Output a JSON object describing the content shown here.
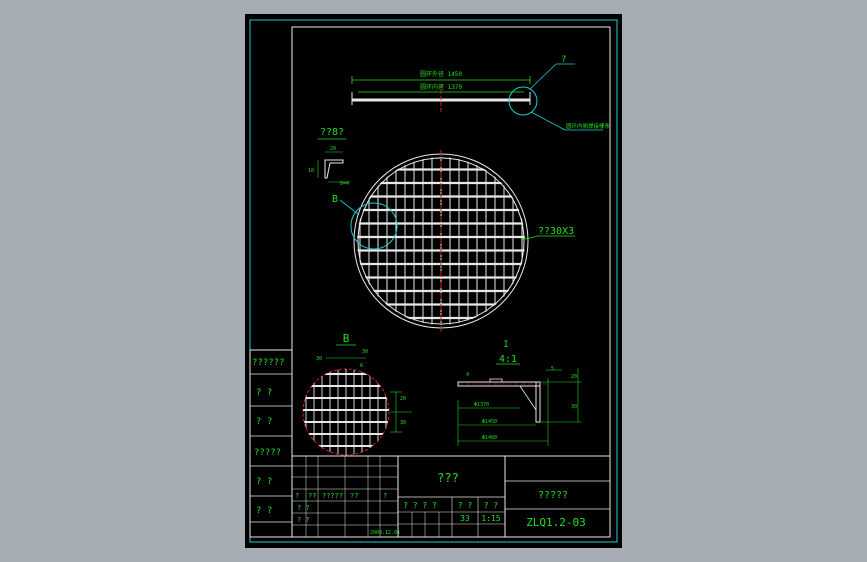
{
  "colors": {
    "background": "#a6adb4",
    "sheet": "#000000",
    "border": "#1ccfcf",
    "text": "#1fe01f",
    "lines": "#e8e8e8",
    "center_lines": "#d22020",
    "dimension": "#1fe01f"
  },
  "top_view": {
    "dim_outer": "圆环外径 1450",
    "dim_inner": "圆环内径 1370",
    "leader_mark": "?",
    "leader_note": "圆环内侧焊接栅条"
  },
  "section_detail": {
    "title": "??8?",
    "dim_top": "20",
    "dim_side": "10",
    "dim_bottom": "δ=4"
  },
  "main_view": {
    "label_b": "B",
    "note": "??30X3"
  },
  "detail_b": {
    "title": "B",
    "dim_left": "30",
    "dim_mid": "30",
    "dim_small": "6",
    "dim_right_top": "20",
    "dim_right_bottom": "30"
  },
  "detail_i": {
    "mark": "I",
    "scale": "4:1",
    "dim_d1": "Φ1370",
    "dim_d2": "Φ1450",
    "dim_d3": "Φ1460",
    "dim_small_a": "4",
    "dim_small_b": "5",
    "dim_h1": "30",
    "dim_h2": "20"
  },
  "left_panel": {
    "labels": [
      "??????",
      "?  ?",
      "?  ?",
      "?????",
      "?  ?",
      "?  ?"
    ]
  },
  "title_block": {
    "name": "???",
    "material_header": "?????",
    "code": "ZLQ1.2-03",
    "row_labels_small": [
      "?",
      "??",
      "?????",
      "??",
      "?"
    ],
    "row_labels_small2": [
      "? ?",
      "? ?"
    ],
    "date_label": "2008.12.01",
    "stage_header": "? ? ? ?",
    "weight_header": "? ?",
    "scale_header": "? ?",
    "weight": "33",
    "scale": "1:15"
  }
}
